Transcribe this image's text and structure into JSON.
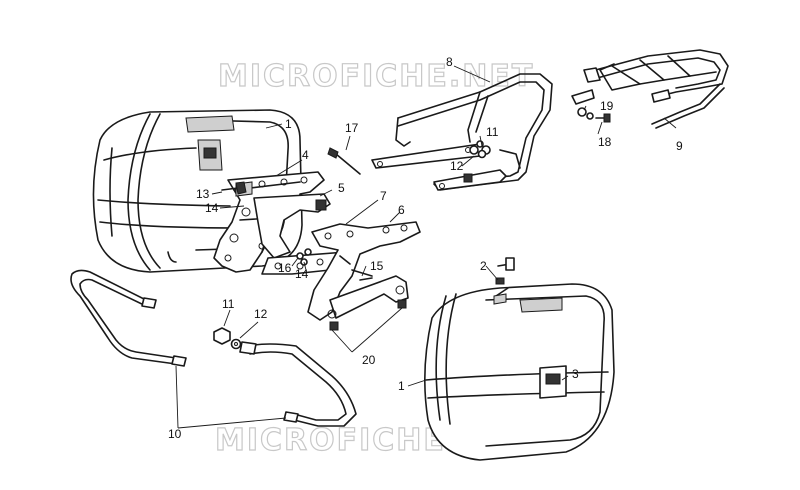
{
  "watermark": {
    "text": "MICROFICHE.NET"
  },
  "labels": {
    "l1a": "1",
    "l1b": "1",
    "l2": "2",
    "l3": "3",
    "l4": "4",
    "l5": "5",
    "l6": "6",
    "l7": "7",
    "l8": "8",
    "l9": "9",
    "l10": "10",
    "l11a": "11",
    "l11b": "11",
    "l12a": "12",
    "l12b": "12",
    "l13": "13",
    "l14a": "14",
    "l14b": "14",
    "l15": "15",
    "l16": "16",
    "l17": "17",
    "l18": "18",
    "l19": "19",
    "l20": "20"
  },
  "colors": {
    "line": "#1a1a1a",
    "watermark": "#c8c8c8",
    "background": "#ffffff"
  }
}
